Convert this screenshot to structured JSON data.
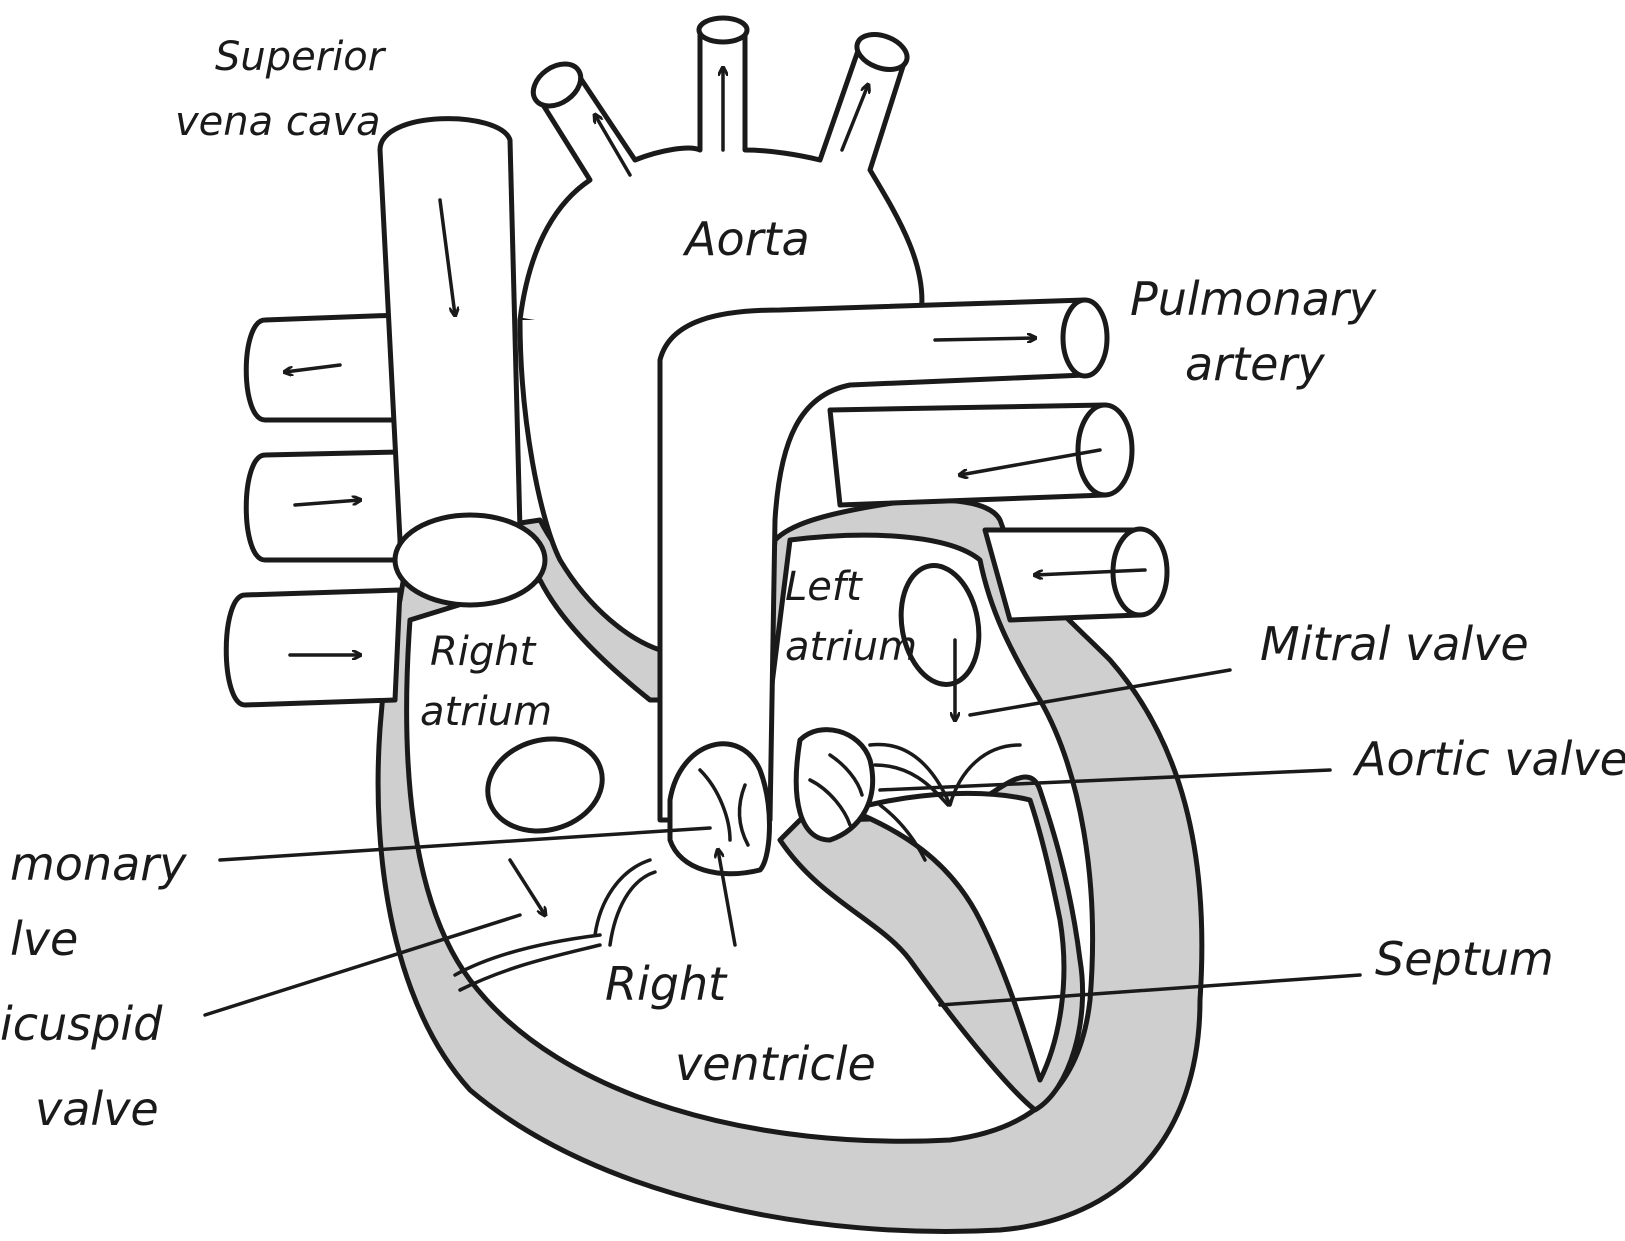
{
  "diagram": {
    "labels": {
      "superior_vena_cava_line1": "Superior",
      "superior_vena_cava_line2": "vena cava",
      "aorta": "Aorta",
      "pulmonary_artery_line1": "Pulmonary",
      "pulmonary_artery_line2": "artery",
      "left_atrium_line1": "Left",
      "left_atrium_line2": "atrium",
      "right_atrium_line1": "Right",
      "right_atrium_line2": "atrium",
      "mitral_valve": "Mitral valve",
      "aortic_valve": "Aortic valve",
      "pulmonary_valve_line1": "monary",
      "pulmonary_valve_line2": "lve",
      "tricuspid_valve_line1": "icuspid",
      "tricuspid_valve_line2": "valve",
      "septum": "Septum",
      "right_ventricle_line1": "Right",
      "right_ventricle_line2": "ventricle"
    }
  }
}
